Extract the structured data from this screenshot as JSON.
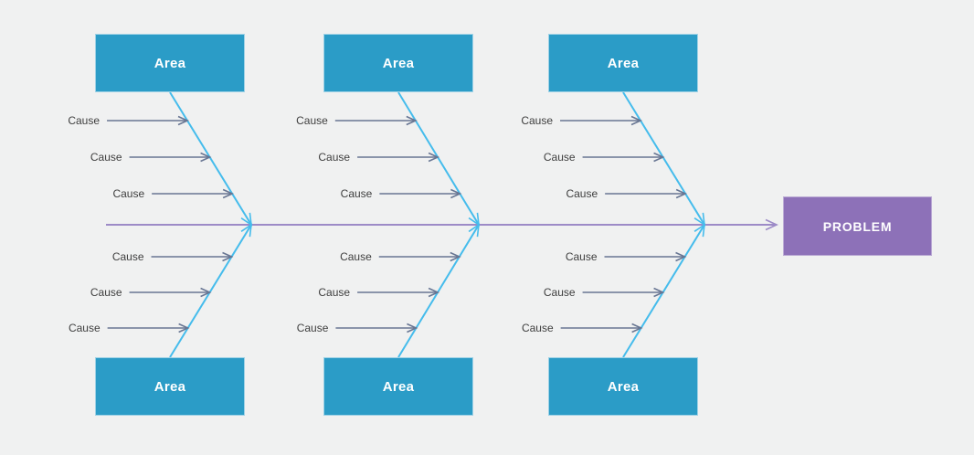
{
  "diagram": {
    "type": "fishbone",
    "problem_label": "PROBLEM",
    "branches": [
      {
        "id": "top-1",
        "side": "top",
        "area_label": "Area",
        "causes": [
          "Cause",
          "Cause",
          "Cause"
        ]
      },
      {
        "id": "top-2",
        "side": "top",
        "area_label": "Area",
        "causes": [
          "Cause",
          "Cause",
          "Cause"
        ]
      },
      {
        "id": "top-3",
        "side": "top",
        "area_label": "Area",
        "causes": [
          "Cause",
          "Cause",
          "Cause"
        ]
      },
      {
        "id": "bottom-1",
        "side": "bottom",
        "area_label": "Area",
        "causes": [
          "Cause",
          "Cause",
          "Cause"
        ]
      },
      {
        "id": "bottom-2",
        "side": "bottom",
        "area_label": "Area",
        "causes": [
          "Cause",
          "Cause",
          "Cause"
        ]
      },
      {
        "id": "bottom-3",
        "side": "bottom",
        "area_label": "Area",
        "causes": [
          "Cause",
          "Cause",
          "Cause"
        ]
      }
    ],
    "colors": {
      "background": "#f0f1f1",
      "area_box": "#2b9cc7",
      "area_text": "#ffffff",
      "problem_box": "#8d71b8",
      "problem_text": "#ffffff",
      "spine_line": "#9d8bc7",
      "branch_line": "#45bcec",
      "cause_arrow": "#687693",
      "cause_text": "#3e3e3e"
    }
  }
}
